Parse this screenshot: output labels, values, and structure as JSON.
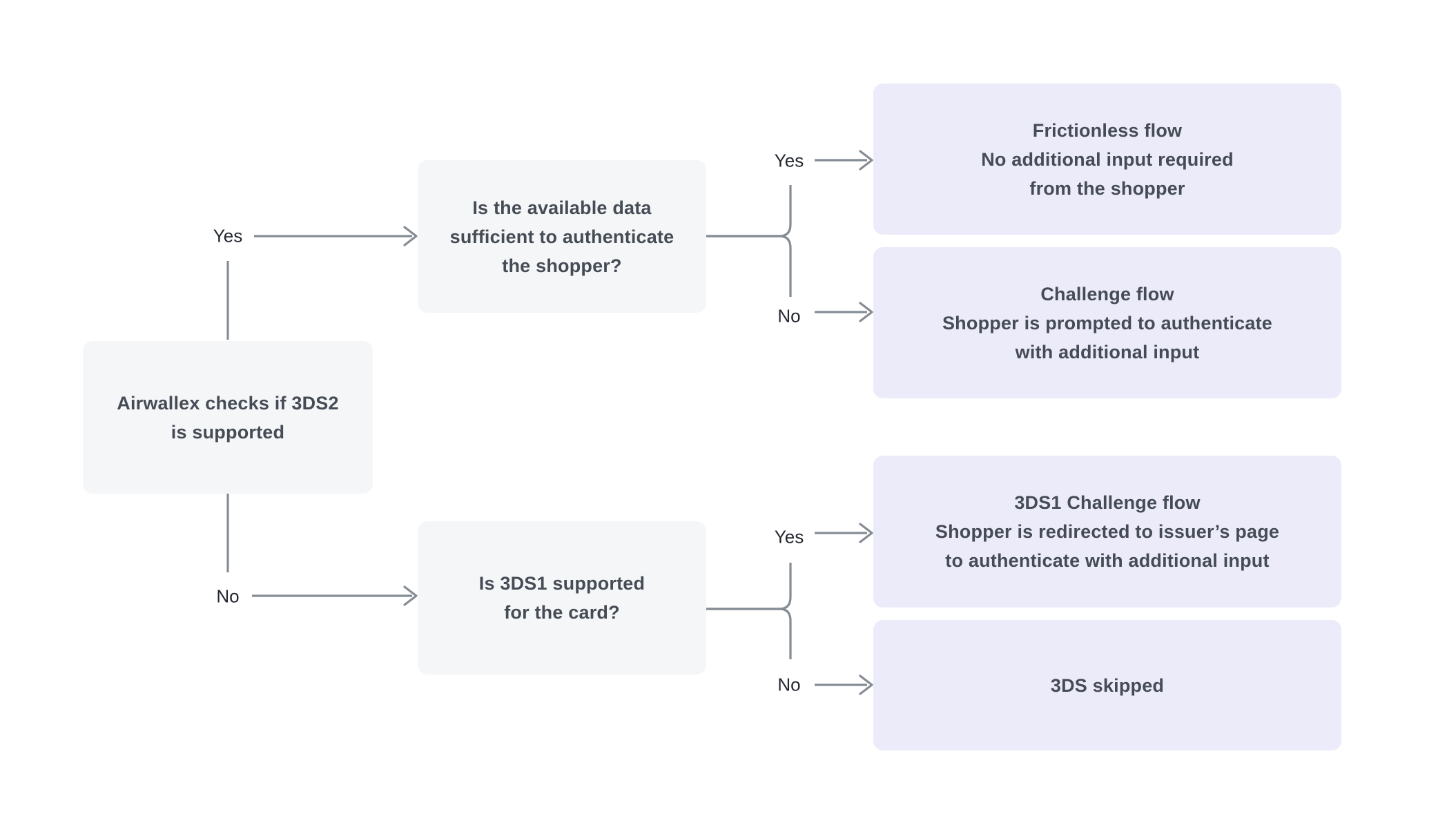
{
  "nodes": {
    "root": {
      "lines": [
        "Airwallex checks if 3DS2",
        "is supported"
      ]
    },
    "q_data_sufficient": {
      "lines": [
        "Is the available data",
        "sufficient to authenticate",
        "the shopper?"
      ]
    },
    "q_3ds1_supported": {
      "lines": [
        "Is 3DS1 supported",
        "for the card?"
      ]
    },
    "outcome_frictionless": {
      "lines": [
        "Frictionless flow",
        "No additional input required",
        "from the shopper"
      ]
    },
    "outcome_challenge": {
      "lines": [
        "Challenge flow",
        "Shopper is prompted to authenticate",
        "with additional input"
      ]
    },
    "outcome_3ds1_challenge": {
      "lines": [
        "3DS1 Challenge flow",
        "Shopper is redirected to issuer’s page",
        "to authenticate with additional input"
      ]
    },
    "outcome_3ds_skipped": {
      "lines": [
        "3DS skipped"
      ]
    }
  },
  "edge_labels": {
    "root_yes": "Yes",
    "root_no": "No",
    "data_yes": "Yes",
    "data_no": "No",
    "threeds1_yes": "Yes",
    "threeds1_no": "No"
  },
  "colors": {
    "background": "#FFFFFF",
    "question_box_fill": "#F5F6F8",
    "outcome_box_fill": "#ECEBFA",
    "box_text": "#454C55",
    "edge_label_text": "#23282F",
    "connector_line": "#858C94"
  }
}
